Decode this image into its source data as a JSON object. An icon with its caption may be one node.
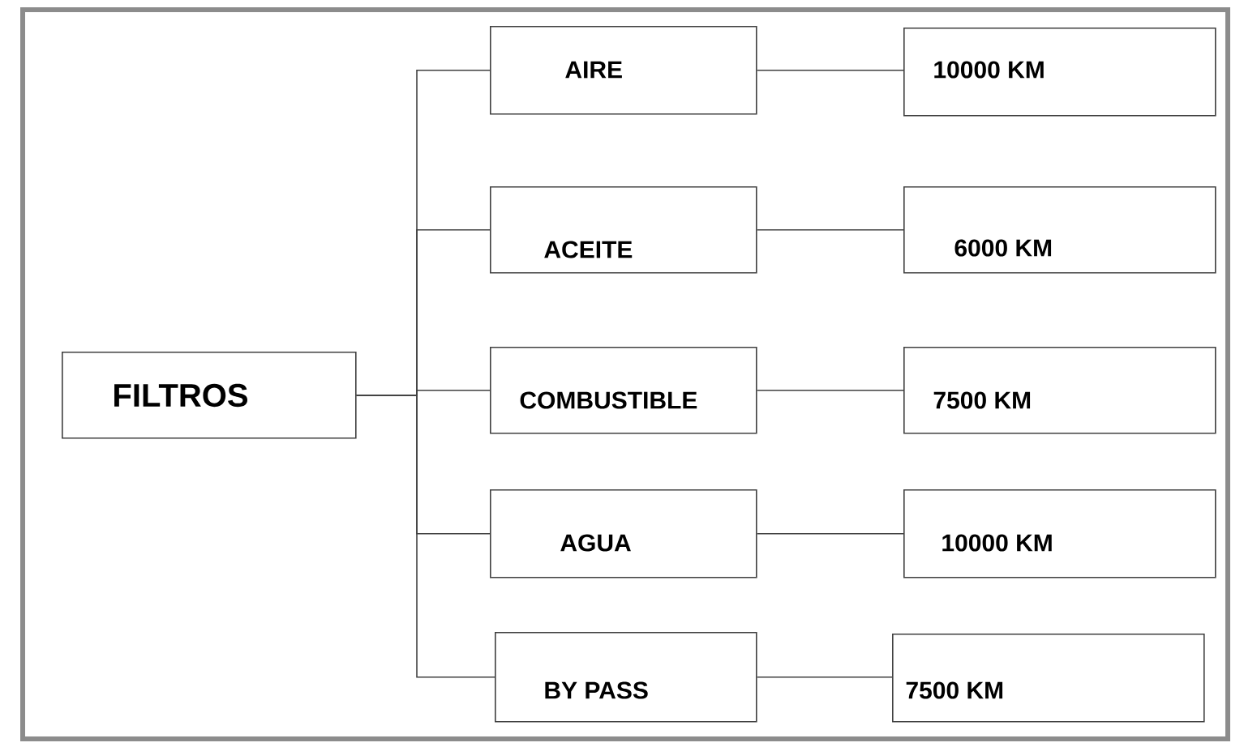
{
  "diagram": {
    "nodes": [
      {
        "text": [
          "FILTROS"
        ]
      },
      {
        "text": [
          "AIRE"
        ]
      },
      {
        "text": [
          "ACEITE"
        ]
      },
      {
        "text": [
          "COMBUSTIBLE"
        ]
      },
      {
        "text": [
          "AGUA"
        ]
      },
      {
        "text": [
          "BY PASS"
        ]
      },
      {
        "text": [
          "10000 KM"
        ]
      },
      {
        "text": [
          "6000 KM"
        ]
      },
      {
        "text": [
          "7500 KM"
        ]
      },
      {
        "text": [
          "10000 KM"
        ]
      },
      {
        "text": [
          "7500 KM"
        ]
      }
    ],
    "edges": [
      {
        "from": 0,
        "to": 1,
        "arrow": "none"
      },
      {
        "from": 0,
        "to": 2,
        "arrow": "none"
      },
      {
        "from": 0,
        "to": 3,
        "arrow": "none"
      },
      {
        "from": 0,
        "to": 4,
        "arrow": "none"
      },
      {
        "from": 0,
        "to": 5,
        "arrow": "none"
      },
      {
        "from": 1,
        "to": 6,
        "arrow": "none"
      },
      {
        "from": 2,
        "to": 7,
        "arrow": "none"
      },
      {
        "from": 3,
        "to": 8,
        "arrow": "none"
      },
      {
        "from": 4,
        "to": 9,
        "arrow": "none"
      },
      {
        "from": 5,
        "to": 10,
        "arrow": "none"
      }
    ]
  }
}
